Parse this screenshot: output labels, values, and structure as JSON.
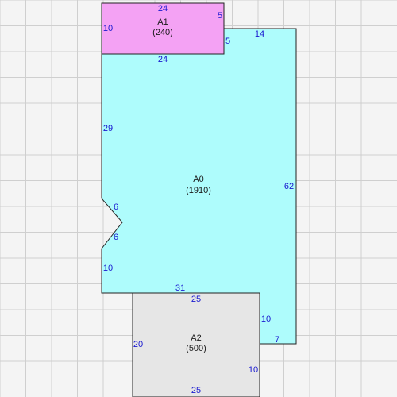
{
  "colors": {
    "background": "#f4f4f4",
    "grid": "#cfcfcf",
    "outline": "#222222",
    "dimension_text": "#1a1ad0",
    "label_text": "#1a1a1a",
    "fill_A0": "#aefcfc",
    "fill_A1": "#f4a2f4",
    "fill_A2": "#e6e6e6"
  },
  "areas": {
    "A0": {
      "name": "A0",
      "value": "(1910)"
    },
    "A1": {
      "name": "A1",
      "value": "(240)"
    },
    "A2": {
      "name": "A2",
      "value": "(500)"
    }
  },
  "dimensions": {
    "a1_top": "24",
    "a1_right": "5",
    "a1_left": "10",
    "a1_step_right": "5",
    "a1_bottom": "24",
    "a0_top_right": "14",
    "a0_left_upper": "29",
    "a0_right": "62",
    "notch_upper": "6",
    "notch_lower": "6",
    "a0_left_lower": "10",
    "a0_bottom": "31",
    "a2_top": "25",
    "a2_right_upper": "10",
    "a0_bottom_right": "7",
    "a2_left": "20",
    "a2_right_lower": "10",
    "a2_bottom": "25"
  }
}
